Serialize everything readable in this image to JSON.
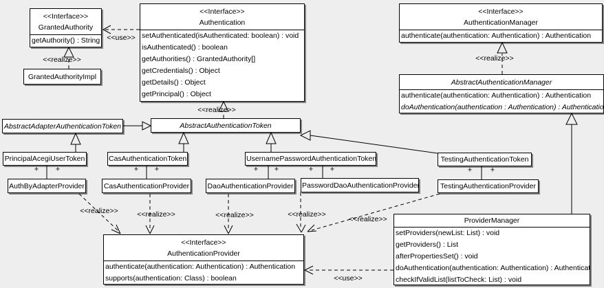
{
  "colors": {
    "canvas": "#eeeeee",
    "box_fill": "#ffffff",
    "box_border": "#000000",
    "box_shadow": "#9b9b9b"
  },
  "labels": {
    "use": "<<use>>",
    "realize": "<<realize>>",
    "plus": "+"
  },
  "classes": {
    "granted_authority": {
      "stereotype": "<<Interface>>",
      "name": "GrantedAuthority",
      "methods": [
        "getAuthority() : String"
      ]
    },
    "granted_authority_impl": {
      "name": "GrantedAuthorityImpl"
    },
    "authentication": {
      "stereotype": "<<Interface>>",
      "name": "Authentication",
      "methods": [
        "setAuthenticated(isAuthenticated: boolean) : void",
        "isAuthenticated() : boolean",
        "getAuthorities() : GrantedAuthority[]",
        "getCredentials() : Object",
        "getDetails() : Object",
        "getPrincipal() : Object"
      ]
    },
    "authentication_manager": {
      "stereotype": "<<Interface>>",
      "name": "AuthenticationManager",
      "methods": [
        "authenticate(authentication: Authentication) : Authentication"
      ]
    },
    "abstract_authentication_manager": {
      "name": "AbstractAuthenticationManager",
      "methods": [
        "authenticate(authentication: Authentication) : Authentication",
        "doAuthentication(authentication : Authentication) : Authentication"
      ]
    },
    "abstract_adapter_authentication_token": {
      "name": "AbstractAdapterAuthenticationToken"
    },
    "abstract_authentication_token": {
      "name": "AbstractAuthenticationToken"
    },
    "principal_acegi_user_token": {
      "name": "PrincipalAcegiUserToken"
    },
    "cas_authentication_token": {
      "name": "CasAuthenticationToken"
    },
    "username_password_authentication_token": {
      "name": "UsernamePasswordAuthenticationToken"
    },
    "testing_authentication_token": {
      "name": "TestingAuthenticationToken"
    },
    "auth_by_adapter_provider": {
      "name": "AuthByAdapterProvider"
    },
    "cas_authentication_provider": {
      "name": "CasAuthenticationProvider"
    },
    "dao_authentication_provider": {
      "name": "DaoAuthenticationProvider"
    },
    "password_dao_authentication_provider": {
      "name": "PasswordDaoAuthenticationProvider"
    },
    "testing_authentication_provider": {
      "name": "TestingAuthenticationProvider"
    },
    "authentication_provider": {
      "stereotype": "<<Interface>>",
      "name": "AuthenticationProvider",
      "methods": [
        "authenticate(authentication: Authentication) : Authentication",
        "supports(authentication: Class) : boolean"
      ]
    },
    "provider_manager": {
      "name": "ProviderManager",
      "methods": [
        "setProviders(newList: List) : void",
        "getProviders() : List",
        "afterPropertiesSet() : void",
        "doAuthentication(authentication: Authentication) : Authentication",
        "checkIfValidList(listToCheck: List) : void"
      ]
    }
  }
}
